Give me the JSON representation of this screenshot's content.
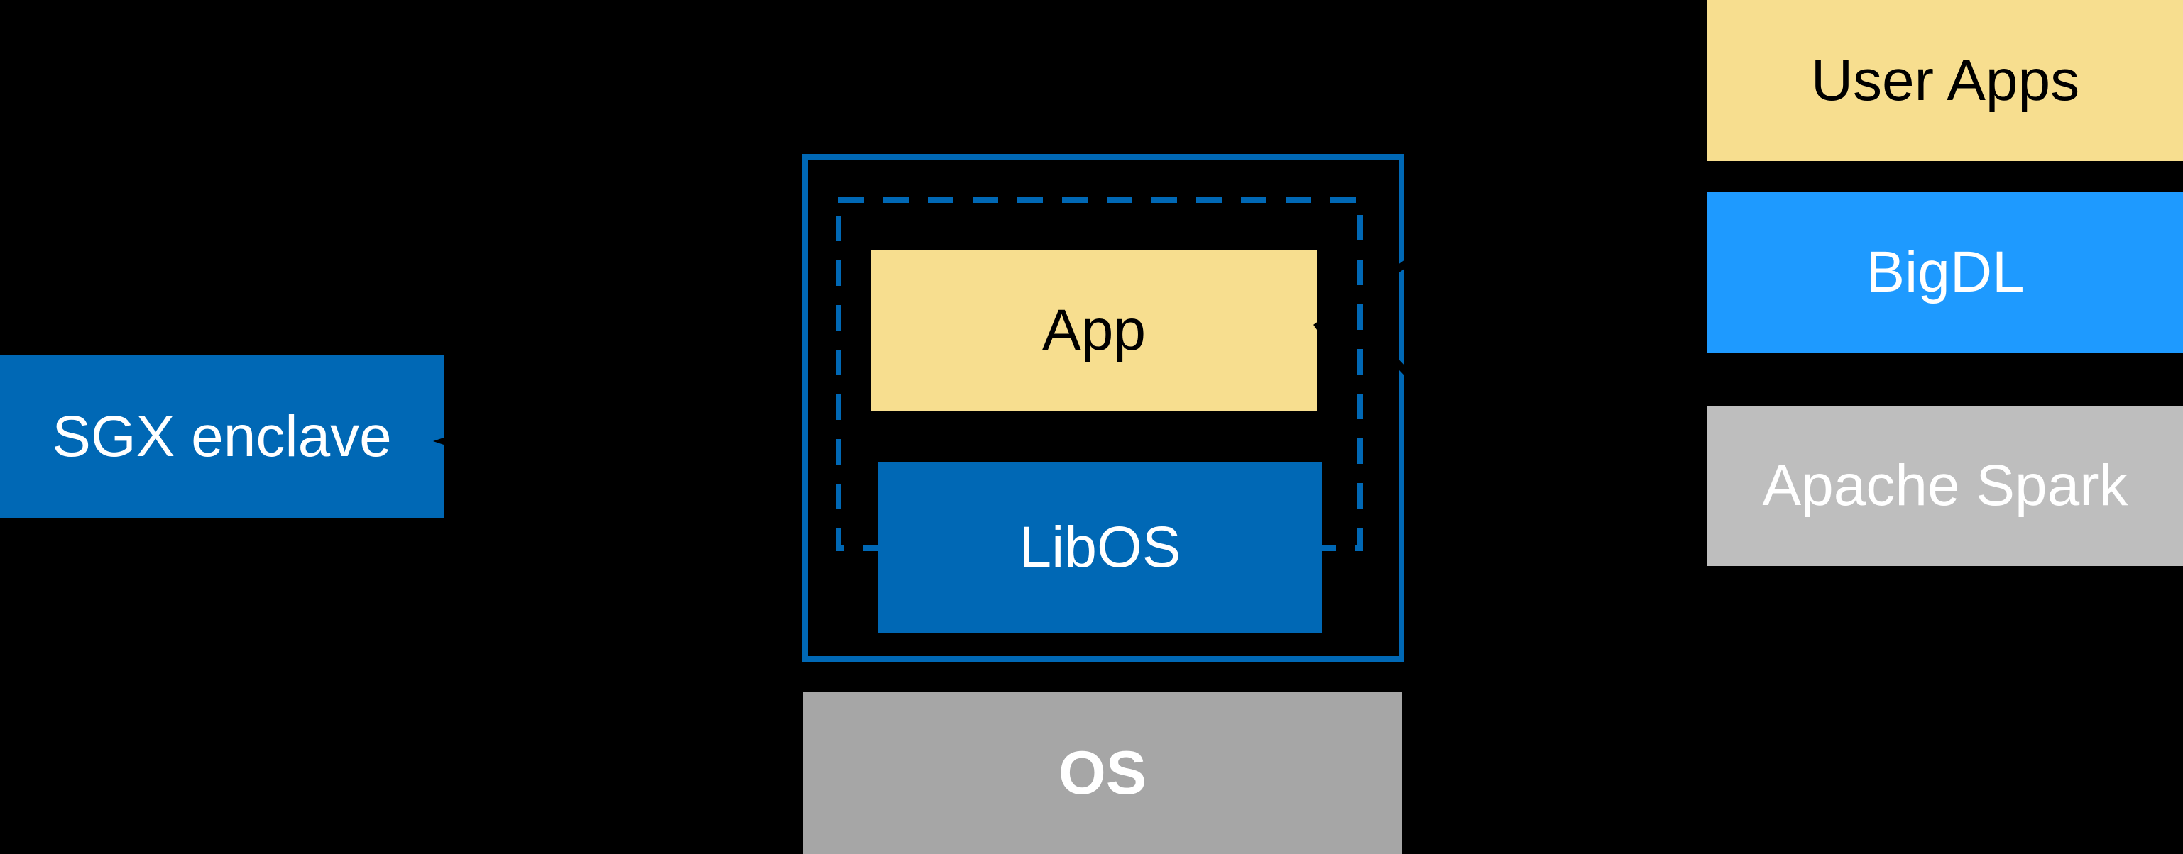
{
  "colors": {
    "enclave_blue": "#0068B5",
    "bigdl_blue": "#1E9AFF",
    "app_yellow": "#F7DE8F",
    "os_gray": "#A6A6A6",
    "spark_gray": "#BEBEBE",
    "background": "#000000",
    "annotation_black": "#000000",
    "text_light": "#FFFFFF",
    "text_dark": "#000000"
  },
  "diagram": {
    "sgx_enclave": {
      "label": "SGX enclave"
    },
    "enclave_figure": {
      "app": {
        "label": "App"
      },
      "libos": {
        "label": "LibOS"
      }
    },
    "os": {
      "label": "OS"
    },
    "stack": {
      "user_apps": {
        "label": "User Apps"
      },
      "bigdl": {
        "label": "BigDL"
      },
      "apache_spark": {
        "label": "Apache Spark"
      }
    }
  }
}
